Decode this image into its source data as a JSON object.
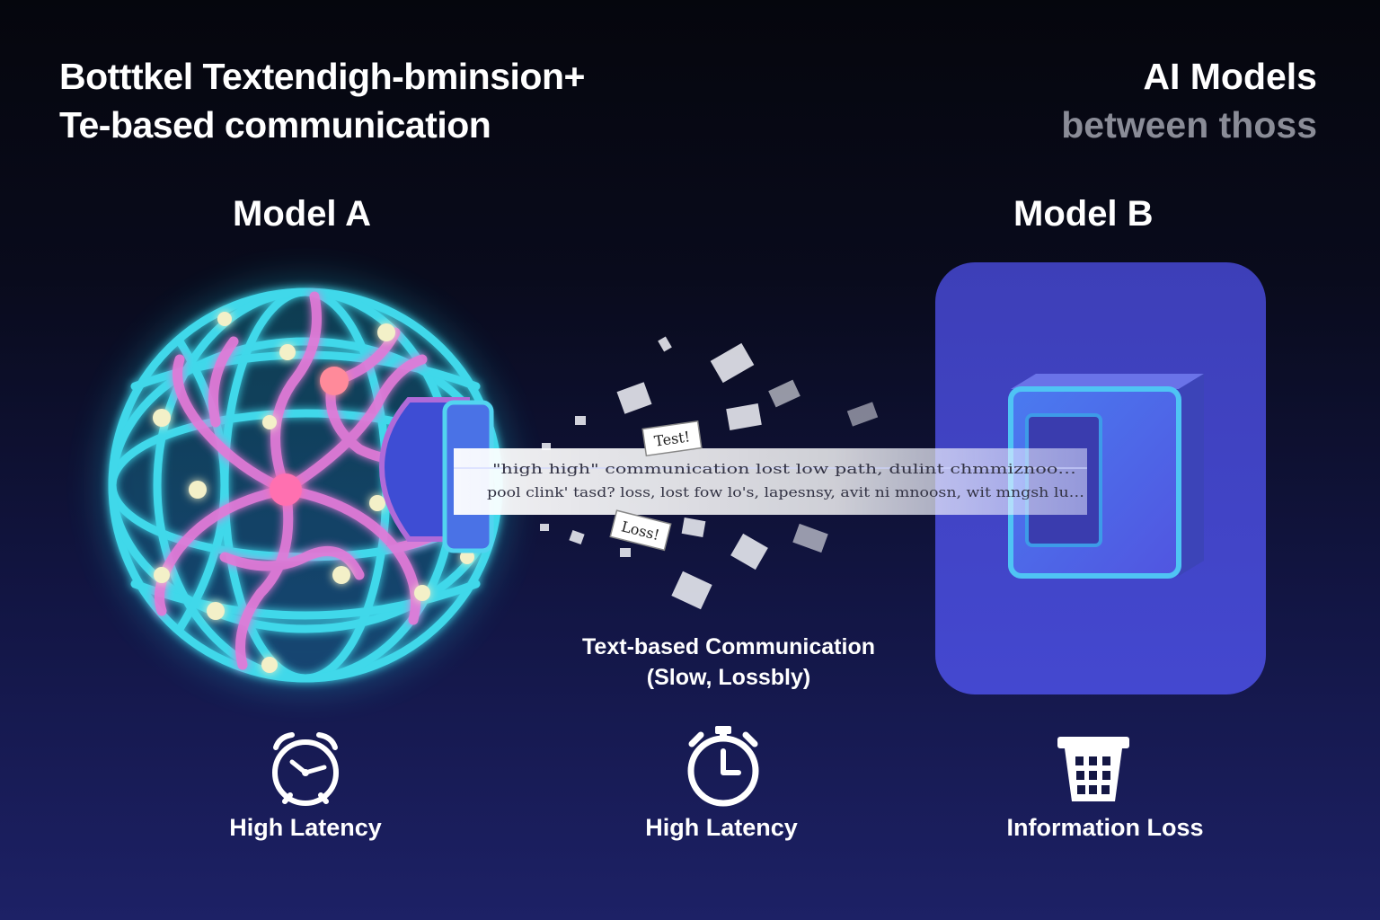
{
  "title": {
    "line1": "Botttkel Textendigh-bminsion+",
    "line2": "Te-based communication"
  },
  "title_right": {
    "line1": "AI Models",
    "line2": "between thoss"
  },
  "model_a": {
    "label": "Model A"
  },
  "model_b": {
    "label": "Model B"
  },
  "text_stream": {
    "line1": "\"high high\" communication lost low path, dulint chmmiznoo…",
    "line2": "pool clink' tasd? loss, lost fow lo's, lapesnsy, avit ni mnoosn, wit mngsh lu…"
  },
  "tokens": [
    {
      "label": "Test!"
    },
    {
      "label": "Loss!"
    }
  ],
  "caption": {
    "line1": "Text-based Communication",
    "line2": "(Slow, Lossbly)"
  },
  "metrics": [
    {
      "icon": "alarm-clock-icon",
      "label": "High Latency"
    },
    {
      "icon": "stopwatch-icon",
      "label": "High Latency"
    },
    {
      "icon": "basket-icon",
      "label": "Information Loss"
    }
  ],
  "colors": {
    "sphere_wire": "#3fd8ea",
    "sphere_neural": "#e27ad8",
    "model_b_panel": "#4044c6",
    "model_b_cube": "#4f63e8"
  }
}
